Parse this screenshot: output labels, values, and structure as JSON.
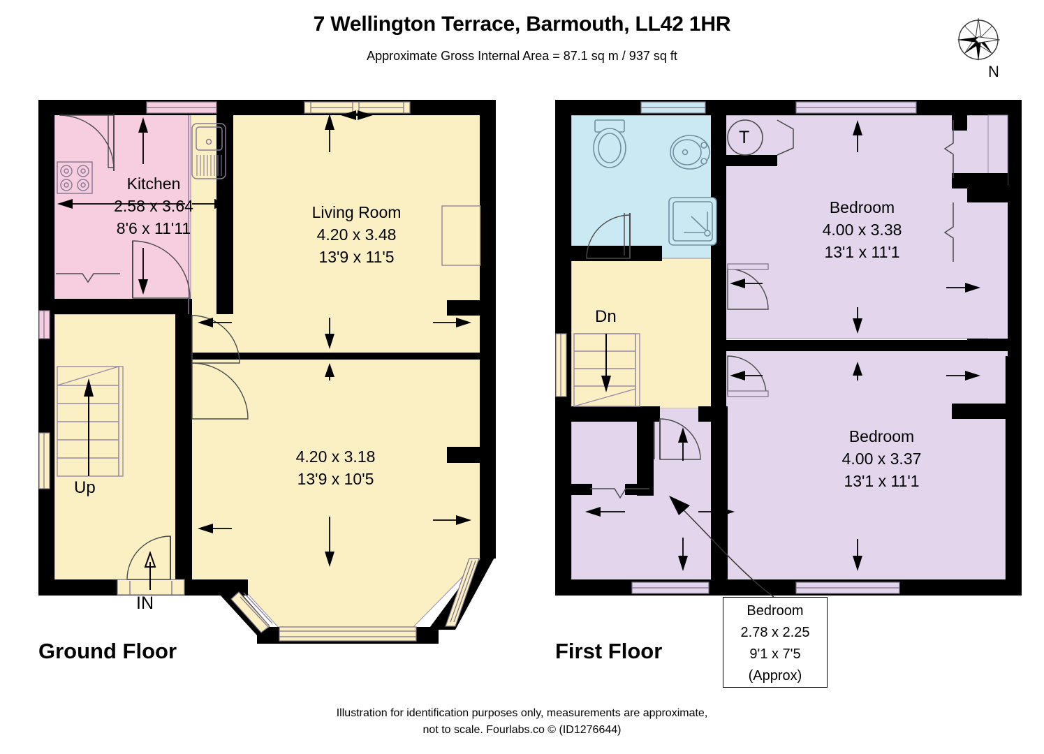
{
  "header": {
    "title": "7 Wellington Terrace, Barmouth, LL42 1HR",
    "subtitle": "Approximate Gross Internal Area = 87.1 sq m / 937 sq ft"
  },
  "compass": {
    "label": "N",
    "icon": "compass-rose-icon"
  },
  "floors": [
    {
      "id": "ground",
      "label": "Ground Floor"
    },
    {
      "id": "first",
      "label": "First Floor"
    }
  ],
  "ground_floor": {
    "rooms": [
      {
        "name": "Kitchen",
        "metric": "2.58 x 3.64",
        "imperial": "8'6 x 11'11",
        "color": "#f6cee0"
      },
      {
        "name": "Living Room",
        "metric": "4.20 x 3.48",
        "imperial": "13'9 x 11'5",
        "color": "#fbf0c4"
      },
      {
        "name": "",
        "metric": "4.20 x 3.18",
        "imperial": "13'9 x 10'5",
        "color": "#fbf0c4"
      }
    ],
    "markers": {
      "stairs_up": "Up",
      "entrance": "IN"
    }
  },
  "first_floor": {
    "rooms": [
      {
        "name": "Bedroom",
        "metric": "4.00 x 3.38",
        "imperial": "13'1 x 11'1",
        "color": "#e2d5ec"
      },
      {
        "name": "Bedroom",
        "metric": "4.00 x 3.37",
        "imperial": "13'1 x 11'1",
        "color": "#e2d5ec"
      }
    ],
    "callout": {
      "name": "Bedroom",
      "metric": "2.78 x 2.25",
      "imperial": "9'1 x 7'5",
      "note": "(Approx)"
    },
    "markers": {
      "stairs_down": "Dn",
      "tank_cupboard": "T"
    },
    "bathroom": {
      "color": "#cae9f2"
    }
  },
  "colors": {
    "wall": "#000000",
    "kitchen_pink": "#f6cee0",
    "living_cream": "#fbf0c4",
    "bedroom_lilac": "#e2d5ec",
    "bathroom_blue": "#cae9f2",
    "outline": "#7a6f86"
  },
  "footer": {
    "line1": "Illustration for identification purposes only, measurements are approximate,",
    "line2": "not to scale. Fourlabs.co © (ID1276644)"
  }
}
